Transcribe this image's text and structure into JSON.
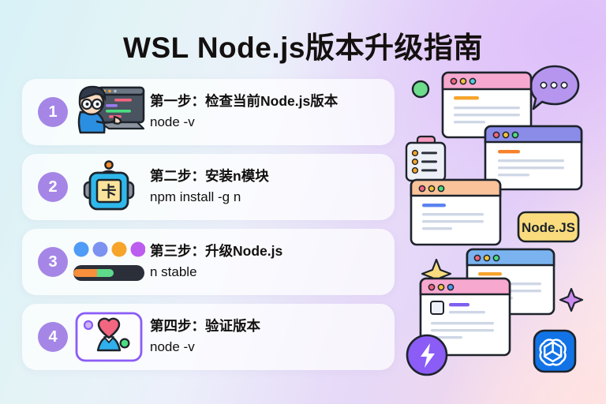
{
  "page": {
    "title": "WSL Node.js版本升级指南",
    "bg_left": "#d8f2f7",
    "bg_right_top": "#ded0f8",
    "bg_right_bottom": "#fdeaea",
    "accent_purple": "#a586e6"
  },
  "steps": [
    {
      "number": "1",
      "title": "第一步：检查当前Node.js版本",
      "command": "node -v",
      "icon": "person-at-monitor-icon"
    },
    {
      "number": "2",
      "title": "第二步：安装n模块",
      "command": "npm install -g n",
      "icon": "robot-icon",
      "icon_text": "卡"
    },
    {
      "number": "3",
      "title": "第三步：升级Node.js",
      "command": "n stable",
      "icon": "progress-bar-icon"
    },
    {
      "number": "4",
      "title": "第四步：验证版本",
      "command": "node -v",
      "icon": "heart-person-card-icon"
    }
  ],
  "illustration": {
    "node_badge_label": "Node.JS",
    "node_badge_color": "#fadc7e",
    "windows": [
      {
        "name": "window-pink-top",
        "titlebar": "#f7a8cf"
      },
      {
        "name": "window-periwinkle",
        "titlebar": "#8b8ce8"
      },
      {
        "name": "window-peach",
        "titlebar": "#fbc39a"
      },
      {
        "name": "window-blue",
        "titlebar": "#7ab3ef"
      },
      {
        "name": "window-pink-bottom",
        "titlebar": "#f7a8cf"
      }
    ],
    "decorations": [
      "green-dot",
      "speech-bubble-icon",
      "clipboard-icon",
      "sparkle-yellow-icon",
      "sparkle-purple-icon",
      "lightning-badge-icon",
      "openai-logo-icon"
    ]
  }
}
